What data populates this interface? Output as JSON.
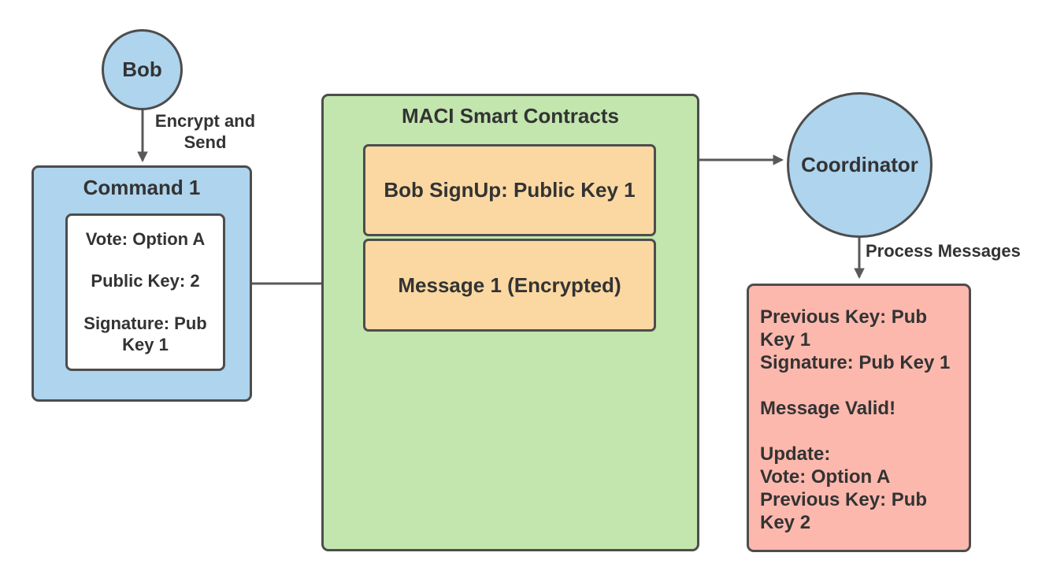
{
  "colors": {
    "canvas_bg": "#ffffff",
    "blue": "#aed4ee",
    "green": "#c2e6ad",
    "orange": "#fbd8a2",
    "salmon": "#fcb8ad",
    "border": "#4d4d4d",
    "text": "#333333",
    "arrow": "#595959"
  },
  "nodes": {
    "bob": {
      "label": "Bob"
    },
    "command": {
      "title": "Command 1",
      "body": "Vote: Option A\n\nPublic Key: 2\n\nSignature: Pub Key 1"
    },
    "maci": {
      "title": "MACI Smart Contracts",
      "items": [
        {
          "label": "Bob SignUp: Public Key 1"
        },
        {
          "label": "Message 1 (Encrypted)"
        }
      ]
    },
    "coordinator": {
      "label": "Coordinator"
    },
    "result": {
      "body": "Previous Key: Pub Key 1\nSignature: Pub Key 1\n\nMessage Valid!\n\nUpdate:\nVote: Option A\nPrevious Key: Pub Key 2"
    }
  },
  "edges": {
    "encrypt_send": {
      "label": "Encrypt and Send"
    },
    "process_messages": {
      "label": "Process Messages"
    }
  }
}
